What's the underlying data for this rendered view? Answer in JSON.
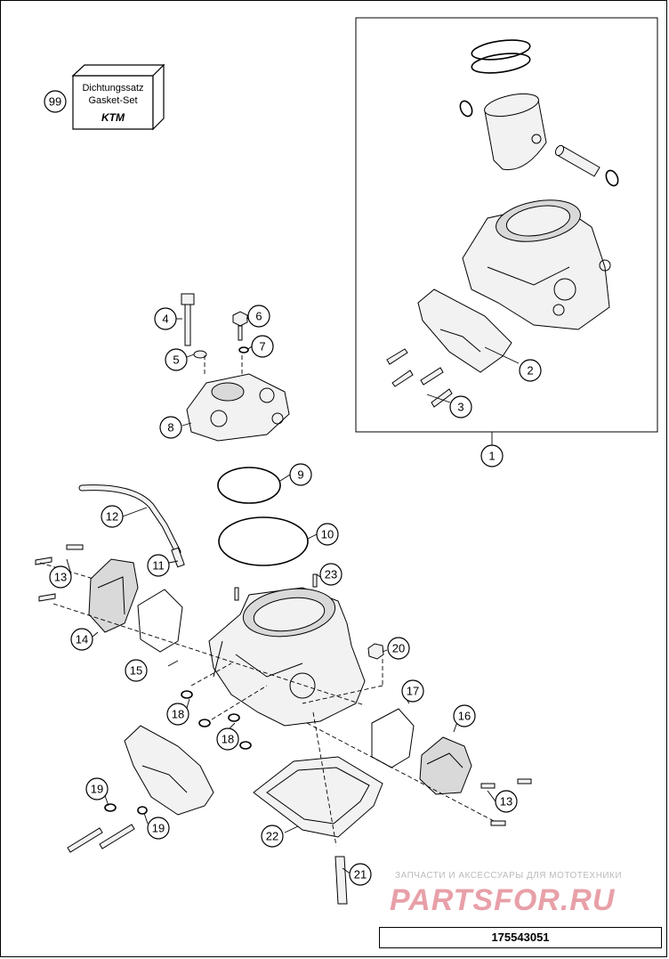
{
  "gasket_kit": {
    "callout": "99",
    "line1": "Dichtungssatz",
    "line2": "Gasket-Set",
    "logo_text": "KTM"
  },
  "callouts": [
    "1",
    "2",
    "3",
    "4",
    "5",
    "6",
    "7",
    "8",
    "9",
    "10",
    "11",
    "12",
    "13",
    "13",
    "14",
    "15",
    "16",
    "17",
    "18",
    "18",
    "19",
    "19",
    "20",
    "21",
    "22",
    "23"
  ],
  "watermark": {
    "top": "ЗАПЧАСТИ И АКСЕССУАРЫ ДЛЯ МОТОТЕХНИКИ",
    "main": "PARTSFOR.RU",
    "color": "#e8a0a8"
  },
  "part_number": "175543051"
}
